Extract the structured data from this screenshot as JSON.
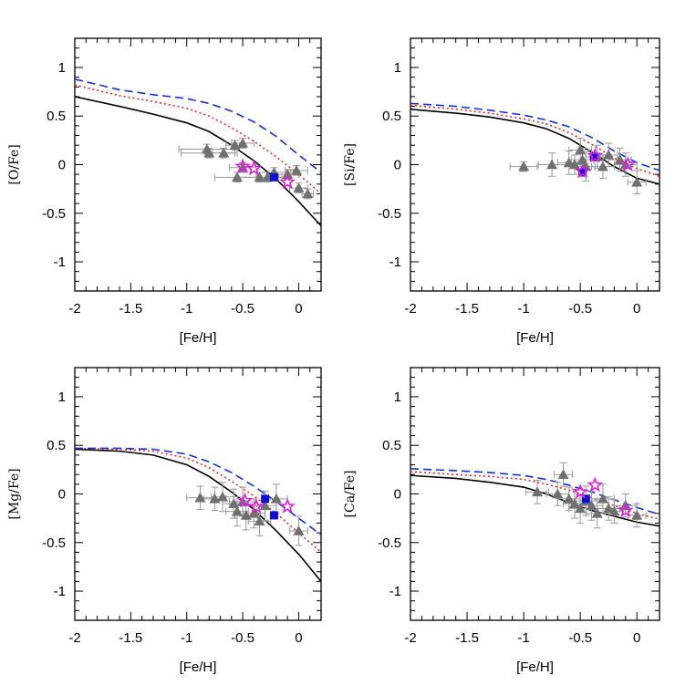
{
  "chart_data": [
    {
      "type": "line",
      "xlabel": "[Fe/H]",
      "ylabel": "[O/Fe]",
      "xlim": [
        -2,
        0.2
      ],
      "ylim": [
        -1.3,
        1.3
      ],
      "xticks": [
        -2,
        -1.5,
        -1,
        -0.5,
        0
      ],
      "xtick_labels": [
        "-2",
        "-1.5",
        "-1",
        "-0.5",
        "0"
      ],
      "yticks": [
        1,
        0.5,
        0,
        -0.5,
        -1
      ],
      "ytick_labels": [
        "1",
        "0.5",
        "0",
        "-0.5",
        "-1"
      ],
      "grid": false,
      "series": [
        {
          "style": "solid",
          "color": "#000000",
          "x": [
            -2,
            -1.6,
            -1.3,
            -1.0,
            -0.8,
            -0.6,
            -0.4,
            -0.2,
            0,
            0.2
          ],
          "y": [
            0.7,
            0.6,
            0.52,
            0.43,
            0.34,
            0.2,
            0.04,
            -0.15,
            -0.38,
            -0.63
          ]
        },
        {
          "style": "dotted",
          "color": "#ff2020",
          "x": [
            -2,
            -1.6,
            -1.3,
            -1.0,
            -0.8,
            -0.6,
            -0.4,
            -0.2,
            0,
            0.2
          ],
          "y": [
            0.82,
            0.71,
            0.65,
            0.58,
            0.5,
            0.38,
            0.24,
            0.08,
            -0.1,
            -0.3
          ]
        },
        {
          "style": "dashed",
          "color": "#1030e0",
          "x": [
            -2,
            -1.6,
            -1.3,
            -1.0,
            -0.8,
            -0.6,
            -0.4,
            -0.2,
            0,
            0.2
          ],
          "y": [
            0.88,
            0.77,
            0.72,
            0.68,
            0.63,
            0.55,
            0.44,
            0.29,
            0.1,
            -0.08
          ]
        }
      ],
      "points": [
        {
          "marker": "triangle",
          "color": "#707070",
          "x": -0.82,
          "y": 0.16,
          "xerr": 0.25,
          "yerr": 0.05
        },
        {
          "marker": "triangle",
          "color": "#707070",
          "x": -0.8,
          "y": 0.12,
          "xerr": 0.25,
          "yerr": 0.05
        },
        {
          "marker": "triangle",
          "color": "#707070",
          "x": -0.67,
          "y": 0.12,
          "xerr": 0.1,
          "yerr": 0.05
        },
        {
          "marker": "triangle",
          "color": "#707070",
          "x": -0.57,
          "y": 0.2,
          "xerr": 0.08,
          "yerr": 0.05
        },
        {
          "marker": "triangle",
          "color": "#707070",
          "x": -0.5,
          "y": 0.22,
          "xerr": 0.1,
          "yerr": 0.05
        },
        {
          "marker": "triangle",
          "color": "#707070",
          "x": -0.5,
          "y": -0.03,
          "xerr": 0.12,
          "yerr": 0.05
        },
        {
          "marker": "triangle",
          "color": "#707070",
          "x": -0.35,
          "y": -0.13,
          "xerr": 0.2,
          "yerr": 0.05
        },
        {
          "marker": "triangle",
          "color": "#707070",
          "x": -0.28,
          "y": -0.13,
          "xerr": 0.1,
          "yerr": 0.05
        },
        {
          "marker": "triangle",
          "color": "#707070",
          "x": -0.22,
          "y": -0.08,
          "xerr": 0.15,
          "yerr": 0.05
        },
        {
          "marker": "triangle",
          "color": "#707070",
          "x": -0.1,
          "y": -0.1,
          "xerr": 0.1,
          "yerr": 0.05
        },
        {
          "marker": "triangle",
          "color": "#707070",
          "x": -0.02,
          "y": -0.06,
          "xerr": 0.1,
          "yerr": 0.05
        },
        {
          "marker": "triangle",
          "color": "#707070",
          "x": 0,
          "y": -0.24,
          "xerr": 0.08,
          "yerr": 0.05
        },
        {
          "marker": "triangle",
          "color": "#707070",
          "x": 0.08,
          "y": -0.3,
          "xerr": 0.05,
          "yerr": 0.05
        },
        {
          "marker": "triangle",
          "color": "#707070",
          "x": -0.55,
          "y": -0.13,
          "xerr": 0.2,
          "yerr": 0.05
        },
        {
          "marker": "square",
          "color": "#1010d0",
          "x": -0.22,
          "y": -0.13
        },
        {
          "marker": "star",
          "color": "#e020e0",
          "x": -0.5,
          "y": -0.02
        },
        {
          "marker": "star",
          "color": "#e020e0",
          "x": -0.4,
          "y": -0.04
        },
        {
          "marker": "star",
          "color": "#e020e0",
          "x": -0.1,
          "y": -0.18
        }
      ]
    },
    {
      "type": "line",
      "xlabel": "[Fe/H]",
      "ylabel": "[Si/Fe]",
      "xlim": [
        -2,
        0.2
      ],
      "ylim": [
        -1.3,
        1.3
      ],
      "xticks": [
        -2,
        -1.5,
        -1,
        -0.5,
        0
      ],
      "xtick_labels": [
        "-2",
        "-1.5",
        "-1",
        "-0.5",
        "0"
      ],
      "yticks": [
        1,
        0.5,
        0,
        -0.5,
        -1
      ],
      "ytick_labels": [
        "1",
        "0.5",
        "0",
        "-0.5",
        "-1"
      ],
      "grid": false,
      "series": [
        {
          "style": "solid",
          "color": "#000000",
          "x": [
            -2,
            -1.6,
            -1.3,
            -1.0,
            -0.8,
            -0.6,
            -0.4,
            -0.2,
            0,
            0.2
          ],
          "y": [
            0.57,
            0.53,
            0.49,
            0.43,
            0.37,
            0.27,
            0.13,
            -0.02,
            -0.14,
            -0.2
          ]
        },
        {
          "style": "dotted",
          "color": "#ff2020",
          "x": [
            -2,
            -1.6,
            -1.3,
            -1.0,
            -0.8,
            -0.6,
            -0.4,
            -0.2,
            0,
            0.2
          ],
          "y": [
            0.61,
            0.57,
            0.53,
            0.47,
            0.42,
            0.33,
            0.21,
            0.07,
            -0.04,
            -0.12
          ]
        },
        {
          "style": "dashed",
          "color": "#1030e0",
          "x": [
            -2,
            -1.6,
            -1.3,
            -1.0,
            -0.8,
            -0.6,
            -0.4,
            -0.2,
            0,
            0.2
          ],
          "y": [
            0.63,
            0.6,
            0.56,
            0.51,
            0.46,
            0.39,
            0.28,
            0.14,
            0.02,
            -0.06
          ]
        }
      ],
      "points": [
        {
          "marker": "triangle",
          "color": "#707070",
          "x": -0.75,
          "y": 0.0,
          "xerr": 0.12,
          "yerr": 0.12
        },
        {
          "marker": "triangle",
          "color": "#707070",
          "x": -0.6,
          "y": 0.02,
          "xerr": 0.1,
          "yerr": 0.12
        },
        {
          "marker": "triangle",
          "color": "#707070",
          "x": -0.55,
          "y": 0.0,
          "xerr": 0.08,
          "yerr": 0.1
        },
        {
          "marker": "triangle",
          "color": "#707070",
          "x": -0.5,
          "y": 0.15,
          "xerr": 0.1,
          "yerr": 0.12
        },
        {
          "marker": "triangle",
          "color": "#707070",
          "x": -0.48,
          "y": 0.05,
          "xerr": 0.1,
          "yerr": 0.12
        },
        {
          "marker": "triangle",
          "color": "#707070",
          "x": -0.45,
          "y": -0.02,
          "xerr": 0.08,
          "yerr": 0.15
        },
        {
          "marker": "triangle",
          "color": "#707070",
          "x": -0.35,
          "y": 0.08,
          "xerr": 0.1,
          "yerr": 0.12
        },
        {
          "marker": "triangle",
          "color": "#707070",
          "x": -0.3,
          "y": -0.02,
          "xerr": 0.1,
          "yerr": 0.12
        },
        {
          "marker": "triangle",
          "color": "#707070",
          "x": -0.25,
          "y": 0.1,
          "xerr": 0.08,
          "yerr": 0.12
        },
        {
          "marker": "triangle",
          "color": "#707070",
          "x": -0.15,
          "y": 0.05,
          "xerr": 0.1,
          "yerr": 0.12
        },
        {
          "marker": "triangle",
          "color": "#707070",
          "x": -0.1,
          "y": 0.0,
          "xerr": 0.1,
          "yerr": 0.12
        },
        {
          "marker": "triangle",
          "color": "#707070",
          "x": 0.0,
          "y": -0.18,
          "xerr": 0.08,
          "yerr": 0.12
        },
        {
          "marker": "triangle",
          "color": "#707070",
          "x": -1.0,
          "y": -0.02,
          "xerr": 0.12,
          "yerr": 0.05
        },
        {
          "marker": "square",
          "color": "#1010d0",
          "x": -0.48,
          "y": -0.08
        },
        {
          "marker": "square",
          "color": "#1010d0",
          "x": -0.38,
          "y": 0.08
        },
        {
          "marker": "star",
          "color": "#e020e0",
          "x": -0.48,
          "y": -0.07
        },
        {
          "marker": "star",
          "color": "#e020e0",
          "x": -0.37,
          "y": 0.09
        },
        {
          "marker": "star",
          "color": "#e020e0",
          "x": -0.08,
          "y": 0.0
        }
      ]
    },
    {
      "type": "line",
      "xlabel": "[Fe/H]",
      "ylabel": "[Mg/Fe]",
      "xlim": [
        -2,
        0.2
      ],
      "ylim": [
        -1.3,
        1.3
      ],
      "xticks": [
        -2,
        -1.5,
        -1,
        -0.5,
        0
      ],
      "xtick_labels": [
        "-2",
        "-1.5",
        "-1",
        "-0.5",
        "0"
      ],
      "yticks": [
        1,
        0.5,
        0,
        -0.5,
        -1
      ],
      "ytick_labels": [
        "1",
        "0.5",
        "0",
        "-0.5",
        "-1"
      ],
      "grid": false,
      "series": [
        {
          "style": "solid",
          "color": "#000000",
          "x": [
            -2,
            -1.6,
            -1.3,
            -1.0,
            -0.8,
            -0.6,
            -0.4,
            -0.2,
            0,
            0.2
          ],
          "y": [
            0.46,
            0.44,
            0.4,
            0.3,
            0.18,
            0.02,
            -0.16,
            -0.38,
            -0.62,
            -0.9
          ]
        },
        {
          "style": "dotted",
          "color": "#ff2020",
          "x": [
            -2,
            -1.6,
            -1.3,
            -1.0,
            -0.8,
            -0.6,
            -0.4,
            -0.2,
            0,
            0.2
          ],
          "y": [
            0.47,
            0.46,
            0.44,
            0.37,
            0.27,
            0.13,
            -0.02,
            -0.2,
            -0.4,
            -0.6
          ]
        },
        {
          "style": "dashed",
          "color": "#1030e0",
          "x": [
            -2,
            -1.6,
            -1.3,
            -1.0,
            -0.8,
            -0.6,
            -0.4,
            -0.2,
            0,
            0.2
          ],
          "y": [
            0.47,
            0.47,
            0.46,
            0.41,
            0.33,
            0.22,
            0.08,
            -0.08,
            -0.25,
            -0.42
          ]
        }
      ],
      "points": [
        {
          "marker": "triangle",
          "color": "#707070",
          "x": -0.88,
          "y": -0.04,
          "xerr": 0.12,
          "yerr": 0.12
        },
        {
          "marker": "triangle",
          "color": "#707070",
          "x": -0.75,
          "y": -0.05,
          "xerr": 0.1,
          "yerr": 0.12
        },
        {
          "marker": "triangle",
          "color": "#707070",
          "x": -0.68,
          "y": -0.03,
          "xerr": 0.1,
          "yerr": 0.15
        },
        {
          "marker": "triangle",
          "color": "#707070",
          "x": -0.58,
          "y": -0.1,
          "xerr": 0.1,
          "yerr": 0.15
        },
        {
          "marker": "triangle",
          "color": "#707070",
          "x": -0.55,
          "y": -0.18,
          "xerr": 0.1,
          "yerr": 0.15
        },
        {
          "marker": "triangle",
          "color": "#707070",
          "x": -0.5,
          "y": -0.08,
          "xerr": 0.12,
          "yerr": 0.15
        },
        {
          "marker": "triangle",
          "color": "#707070",
          "x": -0.47,
          "y": -0.22,
          "xerr": 0.1,
          "yerr": 0.15
        },
        {
          "marker": "triangle",
          "color": "#707070",
          "x": -0.4,
          "y": -0.2,
          "xerr": 0.1,
          "yerr": 0.15
        },
        {
          "marker": "triangle",
          "color": "#707070",
          "x": -0.35,
          "y": -0.28,
          "xerr": 0.1,
          "yerr": 0.15
        },
        {
          "marker": "triangle",
          "color": "#707070",
          "x": -0.3,
          "y": -0.12,
          "xerr": 0.1,
          "yerr": 0.15
        },
        {
          "marker": "triangle",
          "color": "#707070",
          "x": -0.2,
          "y": -0.05,
          "xerr": 0.1,
          "yerr": 0.15
        },
        {
          "marker": "triangle",
          "color": "#707070",
          "x": 0.0,
          "y": -0.38,
          "xerr": 0.08,
          "yerr": 0.15
        },
        {
          "marker": "square",
          "color": "#1010d0",
          "x": -0.3,
          "y": -0.05
        },
        {
          "marker": "square",
          "color": "#1010d0",
          "x": -0.22,
          "y": -0.22
        },
        {
          "marker": "star",
          "color": "#e020e0",
          "x": -0.48,
          "y": -0.07
        },
        {
          "marker": "star",
          "color": "#e020e0",
          "x": -0.38,
          "y": -0.13
        },
        {
          "marker": "star",
          "color": "#e020e0",
          "x": -0.1,
          "y": -0.13
        }
      ]
    },
    {
      "type": "line",
      "xlabel": "[Fe/H]",
      "ylabel": "[Ca/Fe]",
      "xlim": [
        -2,
        0.2
      ],
      "ylim": [
        -1.3,
        1.3
      ],
      "xticks": [
        -2,
        -1.5,
        -1,
        -0.5,
        0
      ],
      "xtick_labels": [
        "-2",
        "-1.5",
        "-1",
        "-0.5",
        "0"
      ],
      "yticks": [
        1,
        0.5,
        0,
        -0.5,
        -1
      ],
      "ytick_labels": [
        "1",
        "0.5",
        "0",
        "-0.5",
        "-1"
      ],
      "grid": false,
      "series": [
        {
          "style": "solid",
          "color": "#000000",
          "x": [
            -2,
            -1.6,
            -1.3,
            -1.0,
            -0.8,
            -0.6,
            -0.4,
            -0.2,
            0,
            0.2
          ],
          "y": [
            0.19,
            0.16,
            0.12,
            0.07,
            0.0,
            -0.09,
            -0.17,
            -0.23,
            -0.29,
            -0.33
          ]
        },
        {
          "style": "dotted",
          "color": "#ff2020",
          "x": [
            -2,
            -1.6,
            -1.3,
            -1.0,
            -0.8,
            -0.6,
            -0.4,
            -0.2,
            0,
            0.2
          ],
          "y": [
            0.23,
            0.2,
            0.18,
            0.15,
            0.1,
            0.04,
            -0.04,
            -0.12,
            -0.2,
            -0.26
          ]
        },
        {
          "style": "dashed",
          "color": "#1030e0",
          "x": [
            -2,
            -1.6,
            -1.3,
            -1.0,
            -0.8,
            -0.6,
            -0.4,
            -0.2,
            0,
            0.2
          ],
          "y": [
            0.26,
            0.24,
            0.22,
            0.19,
            0.15,
            0.09,
            0.02,
            -0.06,
            -0.14,
            -0.21
          ]
        }
      ],
      "points": [
        {
          "marker": "triangle",
          "color": "#707070",
          "x": -0.88,
          "y": 0.02,
          "xerr": 0.1,
          "yerr": 0.12
        },
        {
          "marker": "triangle",
          "color": "#707070",
          "x": -0.7,
          "y": 0.0,
          "xerr": 0.1,
          "yerr": 0.12
        },
        {
          "marker": "triangle",
          "color": "#707070",
          "x": -0.65,
          "y": 0.2,
          "xerr": 0.08,
          "yerr": 0.12
        },
        {
          "marker": "triangle",
          "color": "#707070",
          "x": -0.6,
          "y": -0.05,
          "xerr": 0.1,
          "yerr": 0.12
        },
        {
          "marker": "triangle",
          "color": "#707070",
          "x": -0.55,
          "y": -0.1,
          "xerr": 0.1,
          "yerr": 0.15
        },
        {
          "marker": "triangle",
          "color": "#707070",
          "x": -0.5,
          "y": -0.15,
          "xerr": 0.1,
          "yerr": 0.15
        },
        {
          "marker": "triangle",
          "color": "#707070",
          "x": -0.45,
          "y": -0.07,
          "xerr": 0.1,
          "yerr": 0.15
        },
        {
          "marker": "triangle",
          "color": "#707070",
          "x": -0.4,
          "y": -0.12,
          "xerr": 0.1,
          "yerr": 0.15
        },
        {
          "marker": "triangle",
          "color": "#707070",
          "x": -0.35,
          "y": -0.2,
          "xerr": 0.1,
          "yerr": 0.15
        },
        {
          "marker": "triangle",
          "color": "#707070",
          "x": -0.3,
          "y": -0.05,
          "xerr": 0.1,
          "yerr": 0.15
        },
        {
          "marker": "triangle",
          "color": "#707070",
          "x": -0.25,
          "y": -0.15,
          "xerr": 0.1,
          "yerr": 0.12
        },
        {
          "marker": "triangle",
          "color": "#707070",
          "x": -0.2,
          "y": -0.18,
          "xerr": 0.08,
          "yerr": 0.12
        },
        {
          "marker": "triangle",
          "color": "#707070",
          "x": -0.1,
          "y": -0.12,
          "xerr": 0.1,
          "yerr": 0.12
        },
        {
          "marker": "triangle",
          "color": "#707070",
          "x": 0.0,
          "y": -0.22,
          "xerr": 0.08,
          "yerr": 0.12
        },
        {
          "marker": "square",
          "color": "#1010d0",
          "x": -0.45,
          "y": -0.05
        },
        {
          "marker": "star",
          "color": "#e020e0",
          "x": -0.5,
          "y": 0.02
        },
        {
          "marker": "star",
          "color": "#e020e0",
          "x": -0.37,
          "y": 0.09
        },
        {
          "marker": "star",
          "color": "#e020e0",
          "x": -0.1,
          "y": -0.17
        }
      ]
    }
  ]
}
